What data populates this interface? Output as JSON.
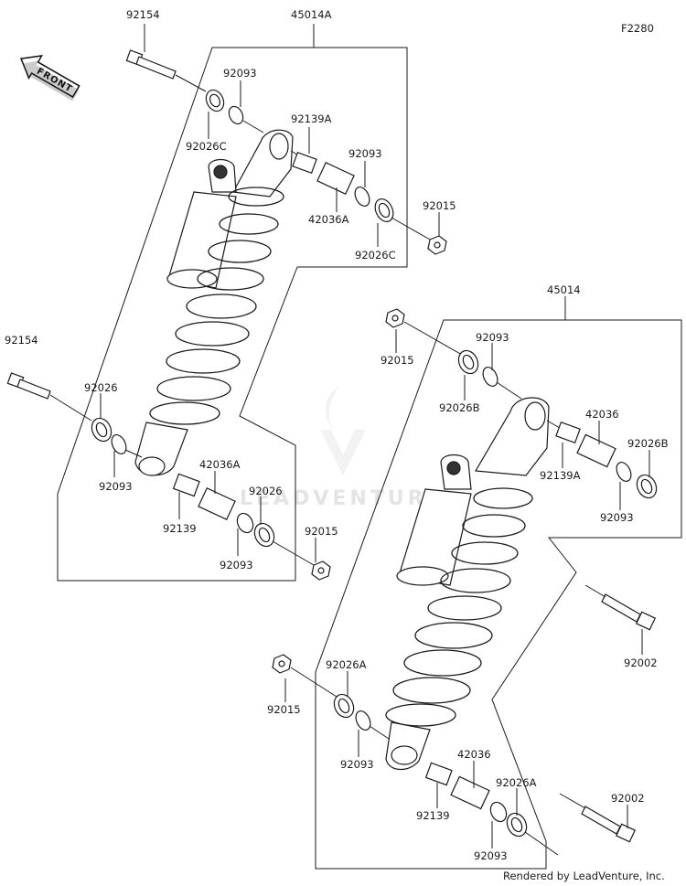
{
  "figure_code": "F2280",
  "credit": "Rendered by LeadVenture, Inc.",
  "watermark": "LEADVENTURE",
  "front_label": "FRONT",
  "labels": {
    "a_92154": "92154",
    "a_45014A": "45014A",
    "a_92093_top": "92093",
    "a_92026C_top": "92026C",
    "a_92139A": "92139A",
    "a_92093_mid": "92093",
    "a_42036A_top": "42036A",
    "a_92015": "92015",
    "a_92026C_bot": "92026C",
    "a_92154_low": "92154",
    "a_92026": "92026",
    "a_92093_low": "92093",
    "a_42036A_low": "42036A",
    "a_92139": "92139",
    "a_92026_low": "92026",
    "a_92015_low": "92015",
    "a_92093_bot": "92093",
    "b_45014": "45014",
    "b_92015_top": "92015",
    "b_92093_top": "92093",
    "b_92026B_top": "92026B",
    "b_42036_top": "42036",
    "b_92026B_right": "92026B",
    "b_92139A": "92139A",
    "b_92093_right": "92093",
    "b_92002_top": "92002",
    "b_92026A_mid": "92026A",
    "b_92015_mid": "92015",
    "b_92093_mid": "92093",
    "b_42036_bot": "42036",
    "b_92026A_bot": "92026A",
    "b_92139": "92139",
    "b_92002_bot": "92002",
    "b_92093_bot": "92093"
  }
}
